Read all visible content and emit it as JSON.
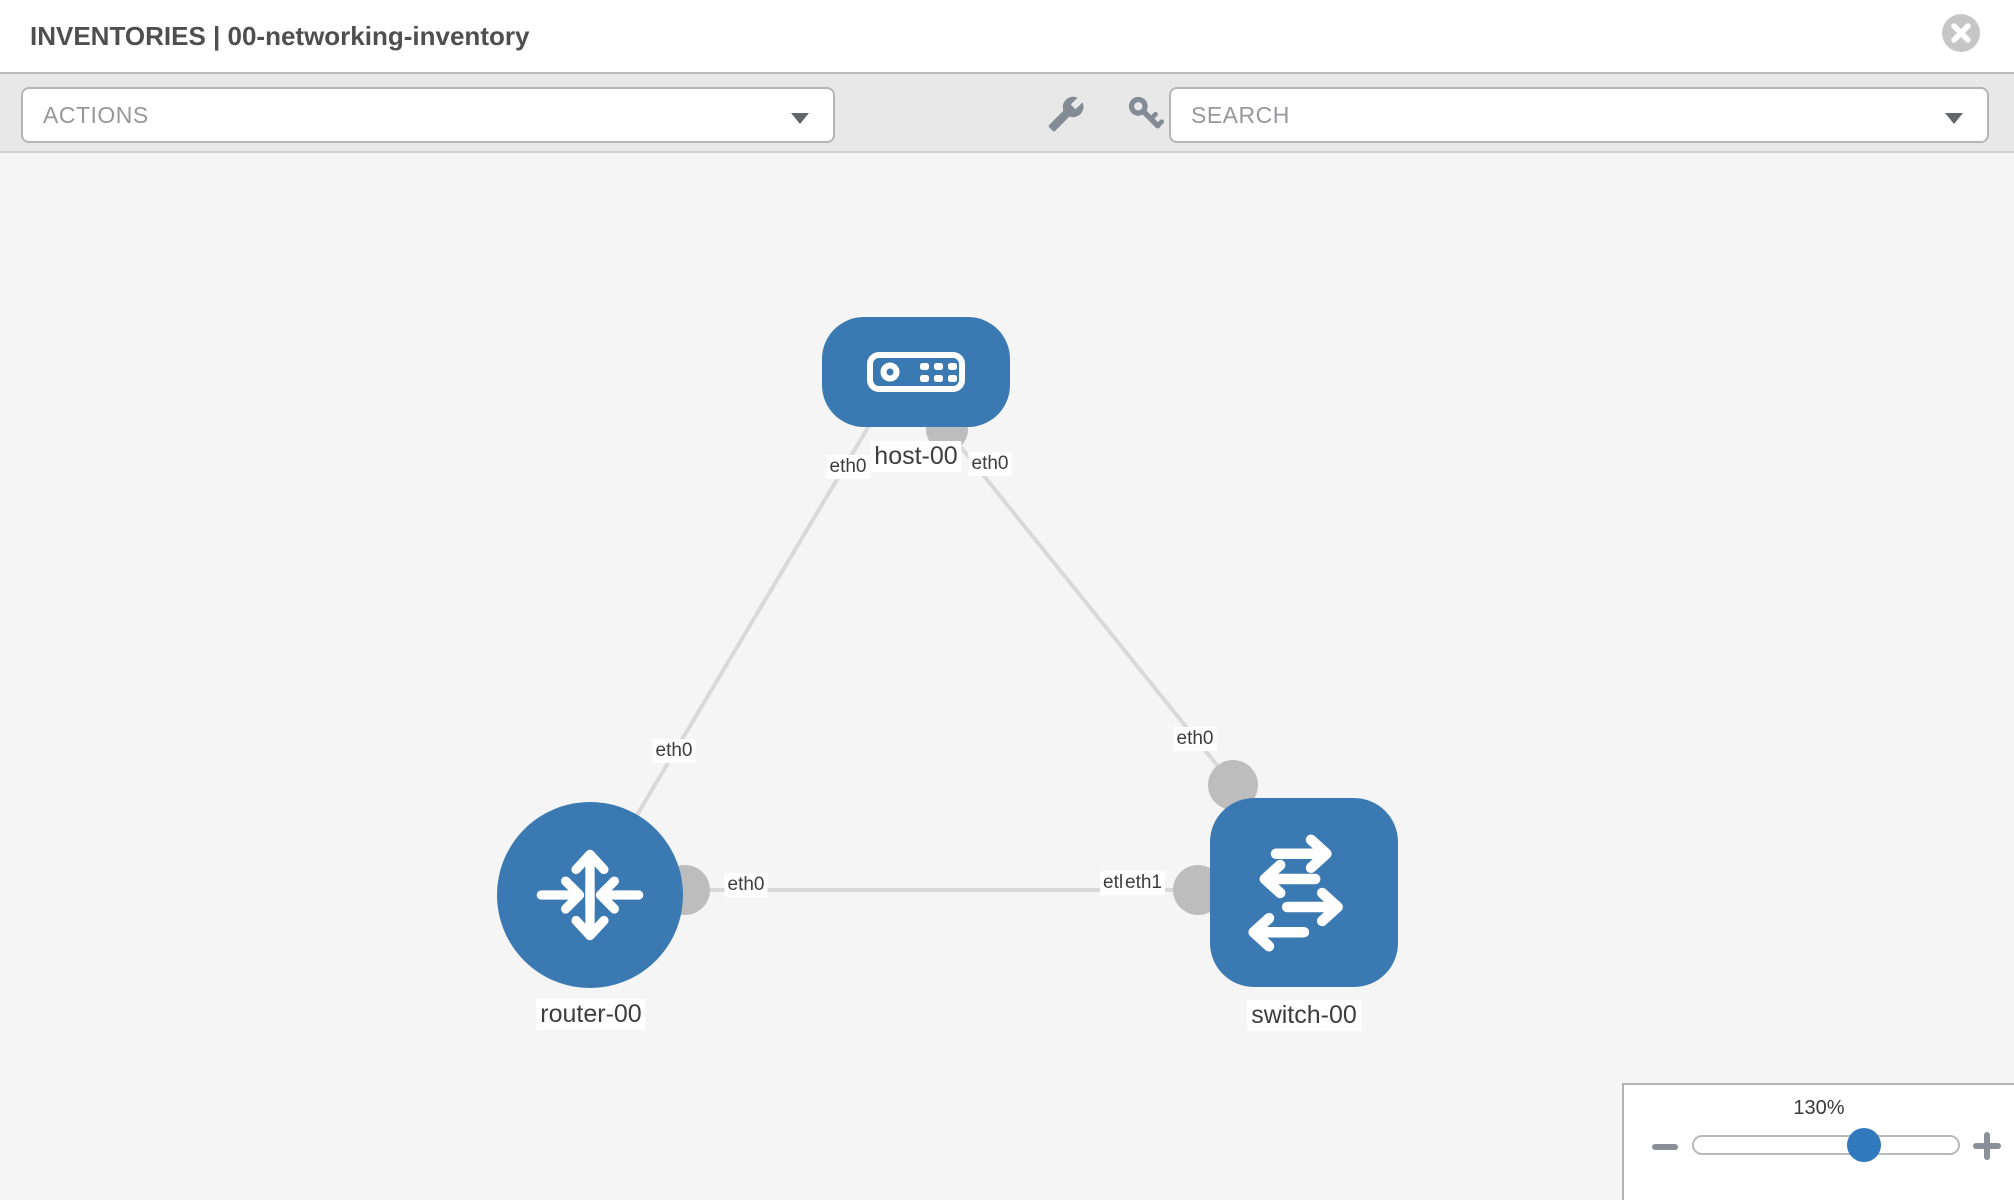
{
  "header": {
    "title": "INVENTORIES | 00-networking-inventory"
  },
  "toolbar": {
    "actions_placeholder": "ACTIONS",
    "search_placeholder": "SEARCH",
    "icons": [
      "wrench-icon",
      "key-icon"
    ]
  },
  "topology": {
    "nodes": [
      {
        "label": "host-00",
        "type": "host",
        "icon": "server-icon"
      },
      {
        "label": "router-00",
        "type": "router",
        "icon": "router-arrows-icon"
      },
      {
        "label": "switch-00",
        "type": "switch",
        "icon": "switch-arrows-icon"
      }
    ],
    "edges": [
      {
        "from": "host-00",
        "to": "router-00",
        "from_interface": "eth0",
        "to_interface": "eth0"
      },
      {
        "from": "host-00",
        "to": "switch-00",
        "from_interface": "eth0",
        "to_interface": "eth0"
      },
      {
        "from": "router-00",
        "to": "switch-00",
        "from_interface": "eth0",
        "to_interface": "eth1"
      }
    ],
    "interface_labels": [
      "eth0",
      "eth0",
      "eth0",
      "eth0",
      "eth0",
      "eth0",
      "eth1"
    ]
  },
  "zoom_control": {
    "level": "130%"
  },
  "colors": {
    "node_blue": "#3b79b2",
    "thumb_blue": "#3179bd",
    "canvas_bg": "#f5f5f5",
    "toolbar_bg": "#e8e8e8",
    "edge_gray": "#d9d9d9",
    "connector_gray": "#bdbdbd",
    "icon_gray": "#848b94",
    "title_gray": "#4f4f4f"
  }
}
